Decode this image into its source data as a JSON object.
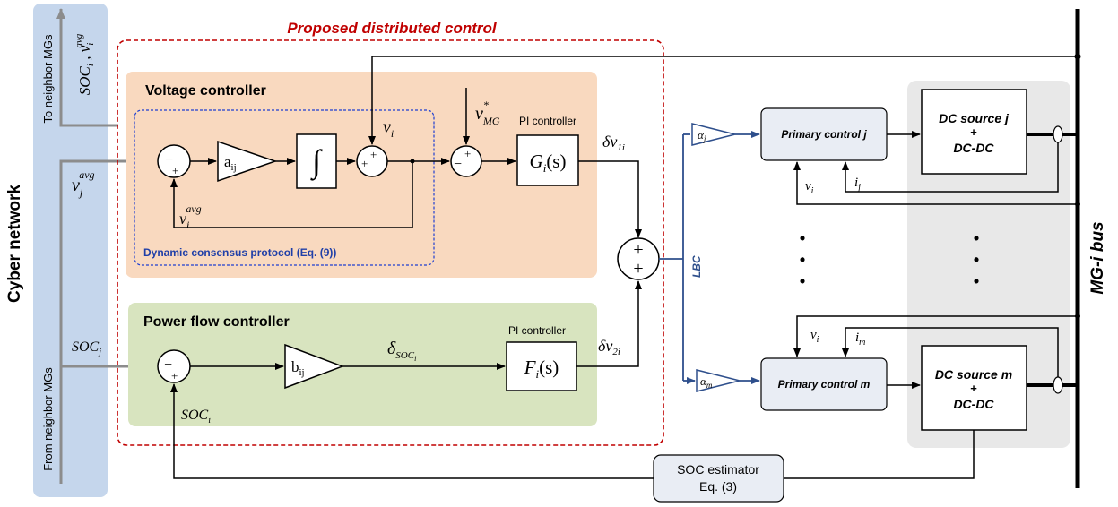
{
  "cyber": {
    "title": "Cyber network",
    "to_neighbors": "To neighbor MGs",
    "from_neighbors": "From neighbor MGs",
    "out_soc": "SOC",
    "out_soc_sub": "i",
    "out_v": "v",
    "out_v_sub": "i",
    "out_v_sup": "avg",
    "in_v": "v",
    "in_v_sub": "j",
    "in_v_sup": "avg",
    "in_soc": "SOC",
    "in_soc_sub": "j"
  },
  "proposed": {
    "title": "Proposed distributed control"
  },
  "voltage": {
    "title": "Voltage controller",
    "consensus_label": "Dynamic consensus protocol (Eq. (9))",
    "gain": "a",
    "gain_sub": "ij",
    "integrator": "∫",
    "vi": "v",
    "vi_sub": "i",
    "vmg": "v",
    "vmg_sup": "*",
    "vmg_sub": "MG",
    "feedback": "v",
    "feedback_sub": "i",
    "feedback_sup": "avg",
    "pi_title": "PI controller",
    "pi_block": "G",
    "pi_block_sub": "i",
    "pi_block_arg": "(s)",
    "out": "δv",
    "out_sub": "1i"
  },
  "power": {
    "title": "Power flow controller",
    "gain": "b",
    "gain_sub": "ij",
    "delta": "δ",
    "delta_sub": "SOC",
    "delta_subsub": "i",
    "pi_title": "PI controller",
    "pi_block": "F",
    "pi_block_sub": "i",
    "pi_block_arg": "(s)",
    "out": "δv",
    "out_sub": "2i",
    "soc_feedback": "SOC",
    "soc_feedback_sub": "i"
  },
  "signs": {
    "plus": "+",
    "minus": "−"
  },
  "lbc": "LBC",
  "primary": {
    "j_label": "Primary control j",
    "m_label": "Primary control m",
    "alpha": "α",
    "alpha_j": "j",
    "alpha_m": "m",
    "vi": "v",
    "vi_sub": "i",
    "ij": "i",
    "ij_sub": "j",
    "im": "i",
    "im_sub": "m"
  },
  "dcsource": {
    "j_line1": "DC source j",
    "m_line1": "DC source m",
    "plus": "+",
    "line3": "DC-DC"
  },
  "soc_estimator": {
    "line1": "SOC estimator",
    "line2": "Eq. (3)"
  },
  "bus": {
    "label": "MG-i bus"
  },
  "ellipsis": "•"
}
